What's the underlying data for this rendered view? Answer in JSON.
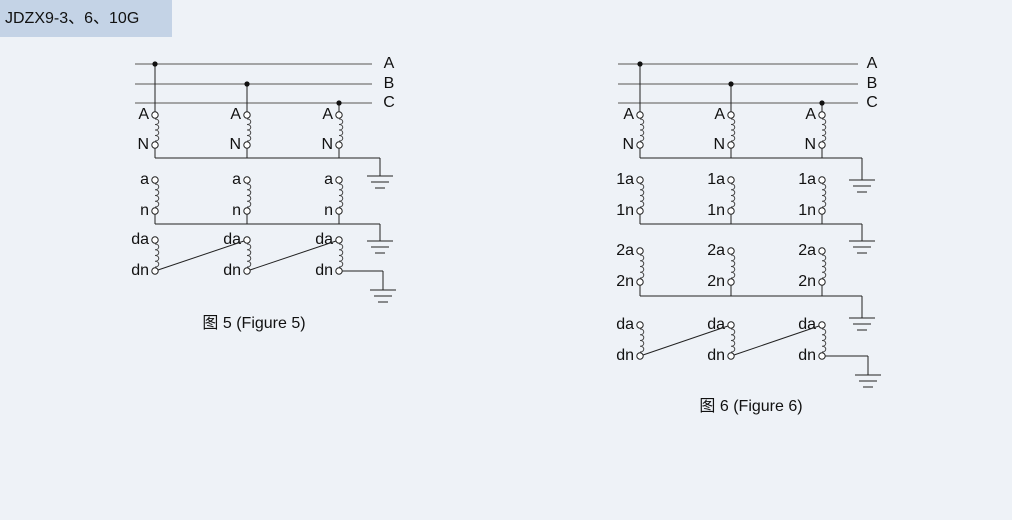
{
  "header": {
    "model_title": "JDZX9-3、6、10G"
  },
  "fig5": {
    "phases": [
      "A",
      "B",
      "C"
    ],
    "primary": {
      "hv": "A",
      "lv": "N"
    },
    "secondary": {
      "hv": "a",
      "lv": "n"
    },
    "residual": {
      "hv": "da",
      "lv": "dn"
    },
    "caption": "图 5 (Figure 5)"
  },
  "fig6": {
    "phases": [
      "A",
      "B",
      "C"
    ],
    "primary": {
      "hv": "A",
      "lv": "N"
    },
    "secondary1": {
      "hv": "1a",
      "lv": "1n"
    },
    "secondary2": {
      "hv": "2a",
      "lv": "2n"
    },
    "residual": {
      "hv": "da",
      "lv": "dn"
    },
    "caption": "图 6 (Figure 6)"
  }
}
